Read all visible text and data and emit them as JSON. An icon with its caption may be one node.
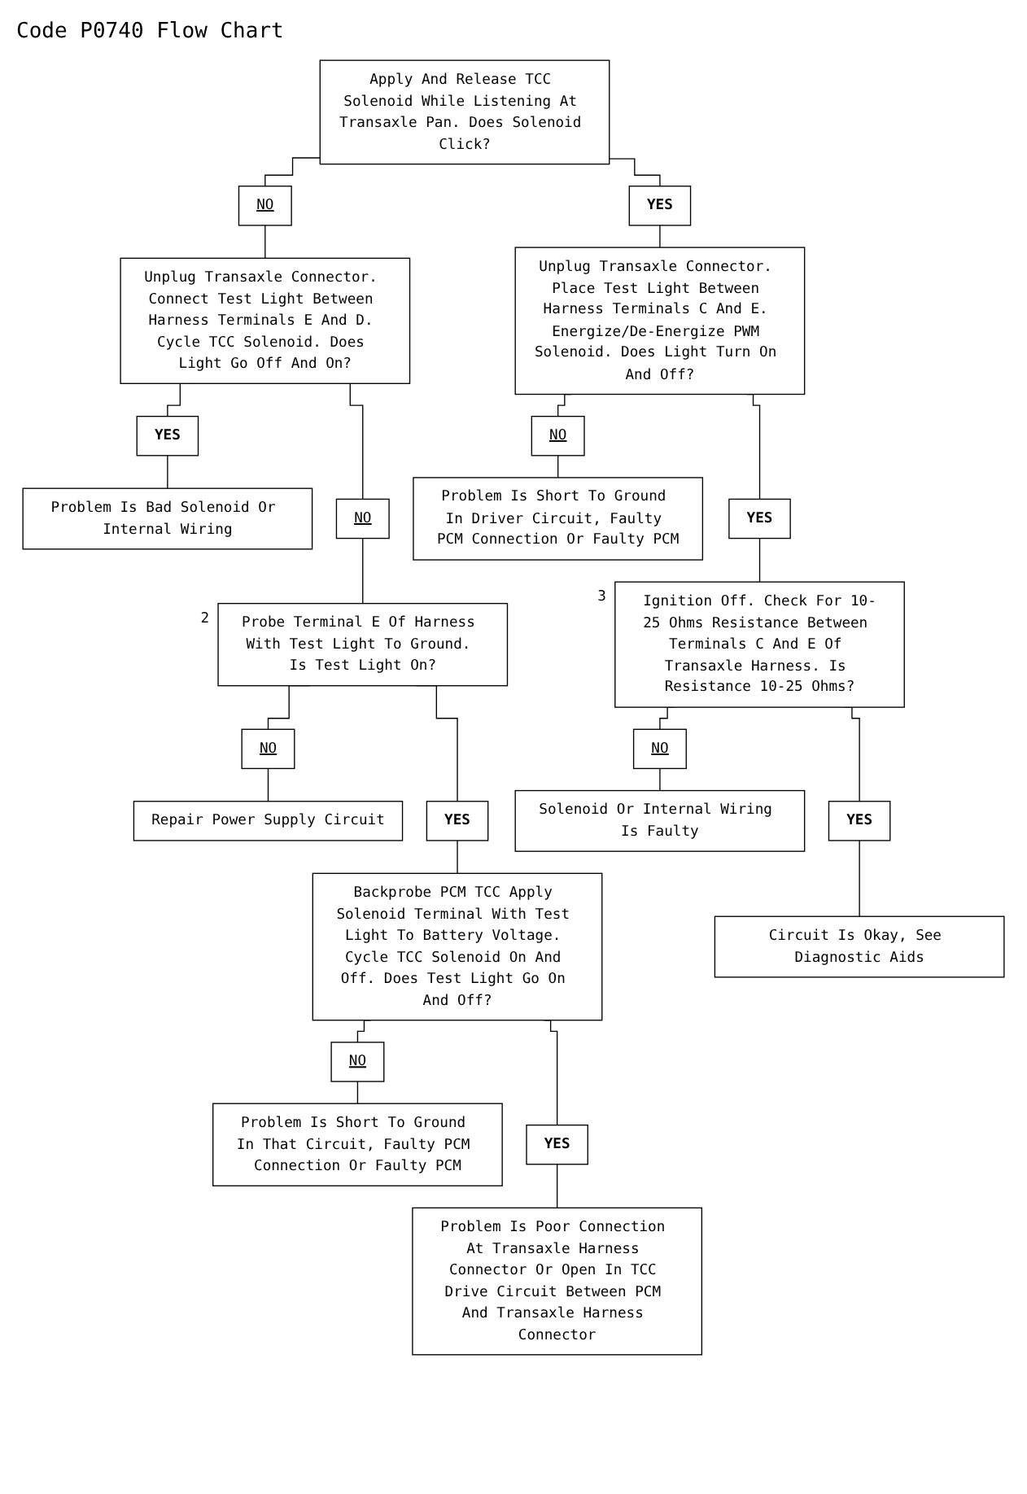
{
  "diagram": {
    "title": "Code P0740 Flow Chart",
    "nodes": [
      {
        "text": [
          "Apply And Release TCC Solenoid While Listening At Transaxle Pan. Does Solenoid Click?"
        ]
      },
      {
        "text": [
          "NO"
        ]
      },
      {
        "text": [
          "YES"
        ]
      },
      {
        "text": [
          "Unplug Transaxle Connector. Connect Test Light Between Harness Terminals E And D. Cycle TCC Solenoid. Does Light Go Off And On?"
        ]
      },
      {
        "text": [
          "Unplug Transaxle Connector. Place Test Light Between Harness Terminals C And E. Energize/De-Energize PWM Solenoid. Does Light Turn On And Off?"
        ]
      },
      {
        "text": [
          "YES"
        ]
      },
      {
        "text": [
          "Problem Is Bad Solenoid Or Internal Wiring"
        ]
      },
      {
        "text": [
          "NO"
        ]
      },
      {
        "text": [
          "Problem Is Short To Ground In Driver Circuit, Faulty PCM Connection Or Faulty PCM"
        ]
      },
      {
        "text": [
          "NO"
        ]
      },
      {
        "text": [
          "Probe Terminal E Of Harness With Test Light To Ground. Is Test Light On?"
        ],
        "beside": [
          "2"
        ]
      },
      {
        "text": [
          "YES"
        ]
      },
      {
        "text": [
          "Ignition Off. Check For 10-25 Ohms Resistance Between Terminals C And E Of Transaxle Harness. Is Resistance 10-25 Ohms?"
        ],
        "beside": [
          "3"
        ]
      },
      {
        "text": [
          "NO"
        ]
      },
      {
        "text": [
          "Repair Power Supply Circuit"
        ]
      },
      {
        "text": [
          "NO"
        ]
      },
      {
        "text": [
          "YES"
        ]
      },
      {
        "text": [
          "Solenoid Or Internal Wiring Is Faulty"
        ]
      },
      {
        "text": [
          "Backprobe PCM TCC Apply Solenoid Terminal With Test Light To Battery Voltage. Cycle TCC Solenoid On And Off. Does Test Light Go On And Off?"
        ]
      },
      {
        "text": [
          "YES"
        ]
      },
      {
        "text": [
          "Circuit Is Okay, See Diagnostic Aids"
        ]
      },
      {
        "text": [
          "NO"
        ]
      },
      {
        "text": [
          "Problem Is Short To Ground In That Circuit, Faulty PCM Connection Or Faulty PCM"
        ]
      },
      {
        "text": [
          "YES"
        ]
      },
      {
        "text": [
          "Problem Is Poor Connection At Transaxle Harness Connector Or Open In TCC Drive Circuit Between PCM And Transaxle Harness Connector"
        ]
      }
    ],
    "edges": [
      {
        "from": 0,
        "to": 1,
        "arrow": "none"
      },
      {
        "from": 0,
        "to": 2,
        "arrow": "none"
      },
      {
        "from": 1,
        "to": 3,
        "arrow": "none"
      },
      {
        "from": 2,
        "to": 4,
        "arrow": "none"
      },
      {
        "from": 3,
        "to": 5,
        "arrow": "none"
      },
      {
        "from": 5,
        "to": 6,
        "arrow": "none"
      },
      {
        "from": 3,
        "to": 9,
        "arrow": "none"
      },
      {
        "from": 9,
        "to": 10,
        "arrow": "none"
      },
      {
        "from": 4,
        "to": 7,
        "arrow": "none"
      },
      {
        "from": 7,
        "to": 8,
        "arrow": "none"
      },
      {
        "from": 4,
        "to": 11,
        "arrow": "none"
      },
      {
        "from": 11,
        "to": 12,
        "arrow": "none"
      },
      {
        "from": 10,
        "to": 13,
        "arrow": "none"
      },
      {
        "from": 13,
        "to": 14,
        "arrow": "none"
      },
      {
        "from": 10,
        "to": 16,
        "arrow": "none"
      },
      {
        "from": 16,
        "to": 18,
        "arrow": "none"
      },
      {
        "from": 12,
        "to": 15,
        "arrow": "none"
      },
      {
        "from": 15,
        "to": 17,
        "arrow": "none"
      },
      {
        "from": 12,
        "to": 19,
        "arrow": "none"
      },
      {
        "from": 19,
        "to": 20,
        "arrow": "none"
      },
      {
        "from": 18,
        "to": 21,
        "arrow": "none"
      },
      {
        "from": 21,
        "to": 22,
        "arrow": "none"
      },
      {
        "from": 18,
        "to": 23,
        "arrow": "none"
      },
      {
        "from": 23,
        "to": 24,
        "arrow": "none"
      }
    ]
  }
}
